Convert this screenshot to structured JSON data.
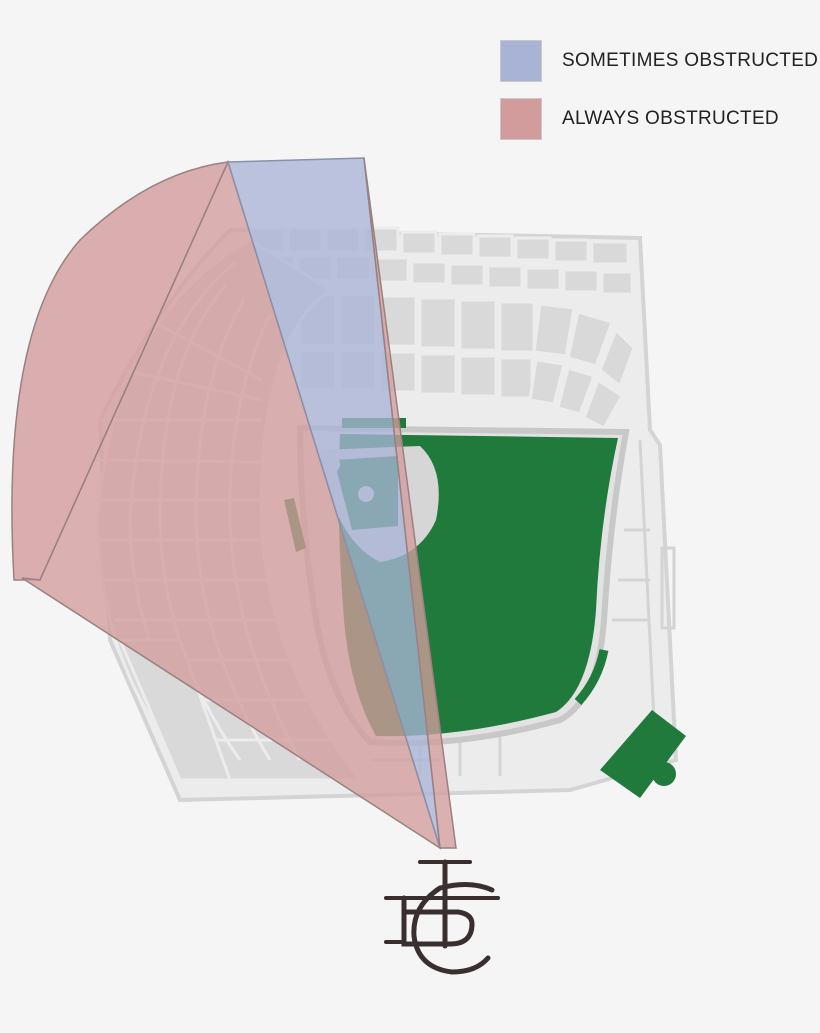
{
  "legend": {
    "items": [
      {
        "label": "SOMETIMES OBSTRUCTED",
        "color": "#a9b3d6"
      },
      {
        "label": "ALWAYS OBSTRUCTED",
        "color": "#d39c9c"
      }
    ]
  },
  "colors": {
    "background": "#f5f5f5",
    "seating": "#d9d9d9",
    "seating_outline": "#cfcfcf",
    "grass": "#1f7a3c",
    "infield_dirt": "#d6d6d6",
    "sometimes_obstructed": "#a9b3d6",
    "always_obstructed": "#d39c9c",
    "logo": "#3a2f2f"
  },
  "logo": {
    "name": "team-monogram-logo",
    "letters": "TBC"
  }
}
